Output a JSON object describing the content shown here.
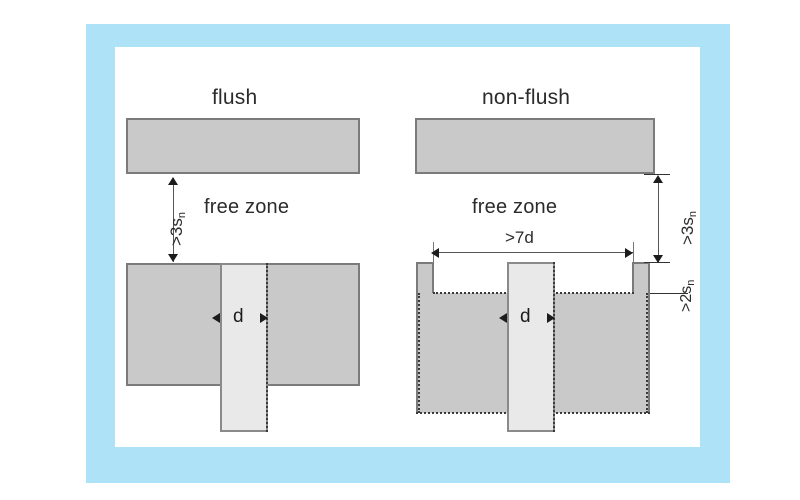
{
  "figure": {
    "background_color": "#ffffff",
    "frame_color": "#ade2f7",
    "canvas_color": "#ffffff",
    "block_fill": "#c9c9c9",
    "rod_fill": "#e9e9e9",
    "outline_color": "#7b7b7b"
  },
  "panels": {
    "left": {
      "caption": "flush",
      "free_zone_label": "free zone",
      "clearance_label": ">3s",
      "clearance_subscript": "n",
      "rod_label": "d"
    },
    "right": {
      "caption": "non-flush",
      "free_zone_label": "free zone",
      "clearance_label": ">3s",
      "clearance_subscript": "n",
      "recess_depth_label": ">2s",
      "recess_depth_subscript": "n",
      "recess_width_label": ">7d",
      "rod_label": "d"
    }
  }
}
